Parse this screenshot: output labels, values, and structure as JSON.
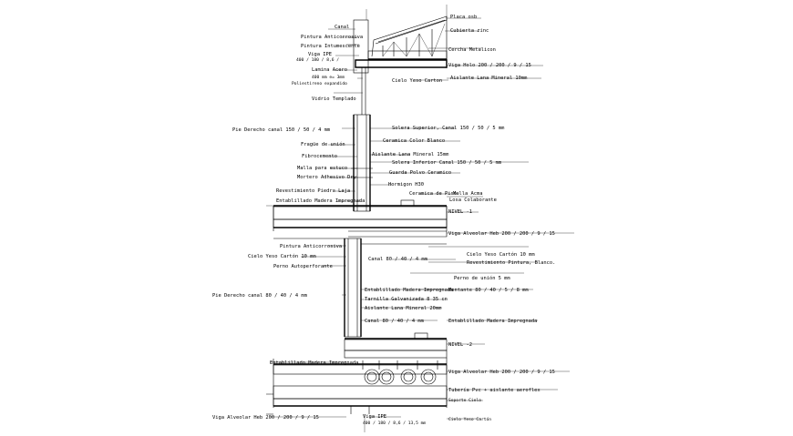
{
  "labels": {
    "canal": "Canal",
    "pintura_anticorrosiva_top": "Pintura Anticorrosiva",
    "pintura_intumescente": "Pintura Intumescente",
    "viga_ipe_top": "Viga IPE",
    "viga_ipe_top_dims": "400 / 180 / 8,6 /",
    "lamina_acero": "Lamina Acero",
    "lamina_acero_dims": "400 mm e= 3mm",
    "poliestireno": "Poliestireno expandido",
    "vidrio": "Vidrio Templado",
    "placa_osb": "Placa osb",
    "cubierta_zinc": "Cubierta zinc",
    "cercha": "Cercha Metalicon",
    "viga_holo": "Viga Holo 200 / 200 / 9 / 15",
    "aislante_lana_10": "Aislante Lana Mineral 10mm",
    "cielo_yeso_top": "Cielo Yeso Carton",
    "pie_derecho_top": "Pie Derecho canal 150 / 50 / 4  mm",
    "solera_superior": "Solera Superior, Canal 150 / 50 / 5 mm",
    "fragua": "Fragüe de unión",
    "ceramica_color": "Ceramica Color Blanco",
    "fibrocemento": "Fibrocemento",
    "aislante_lana_15": "Aislante Lana Mineral 15mm",
    "malla": "Malla para estuco",
    "mortero": "Mortero Adhesivo Dry",
    "solera_inferior": "Solera Inferior Canal 150 / 50 / 5 mm",
    "guarda_polvo": "Guarda Polvo Ceramico",
    "revestimiento_piedra": "Revestimiento Piedra Laja",
    "hormigon": "Hormigon H30",
    "ceramica_piso": "Ceramica de Piso",
    "malla_acma": "Malla Acma",
    "entablillado_1": "Entablillado Madera Impregnada",
    "losa_colaborante": "Losa Colaborante",
    "nivel_1": "NIVEL -1",
    "viga_alveolar_1": "Viga Alveolar Heb 200 / 200 / 9 / 15",
    "pintura_anticorrosiva_mid": "Pintura Anticorrosiva",
    "cielo_yeso_left": "Cielo Yeso Cartón 10 mm",
    "cielo_yeso_right": "Cielo Yeso Cartón 10 mm",
    "perno_auto": "Perno Autoperforante",
    "canal_80_a": "Canal 80 / 40 / 4 mm",
    "revestimiento_pintura": "Revestimiento Pintura, Blanco.",
    "perno_union": "Perno de unión 5 mm",
    "montante": "Montante 80 / 40 / 5 / 8 mm",
    "pie_derecho_mid": "Pie Derecho canal 80  / 40 / 4 mm",
    "entablillado_2": "Entablillado Madera Impregnada",
    "tarnilla": "Tarnilla Galvanizada 8 35 cn",
    "aislante_lana_20": "Aislante Lana Mineral 20mm",
    "canal_80_b": "Canal 80 / 40 / 4 mm",
    "entablillado_3": "Entablillado Madera Impregnada",
    "nivel_2": "NIVEL -2",
    "entablillado_4": "Entablillado Madera Impregnada",
    "viga_alveolar_2": "Viga Alveolar Heb 200 / 200 / 9 / 15",
    "tuberia": "Tubería Pvc + aislante aeroflex",
    "soporte_cielo": "Soporte Cielo",
    "cielo_yeso_bottom": "Cielo Yeso Cartón",
    "viga_alveolar_bottom": "Viga Alveolar Heb 200 / 200 / 9 / 15",
    "viga_ipe_bottom": "Viga IPE",
    "viga_ipe_bottom_dims": "400 / 180 / 8,6 / 13,5  mm"
  }
}
